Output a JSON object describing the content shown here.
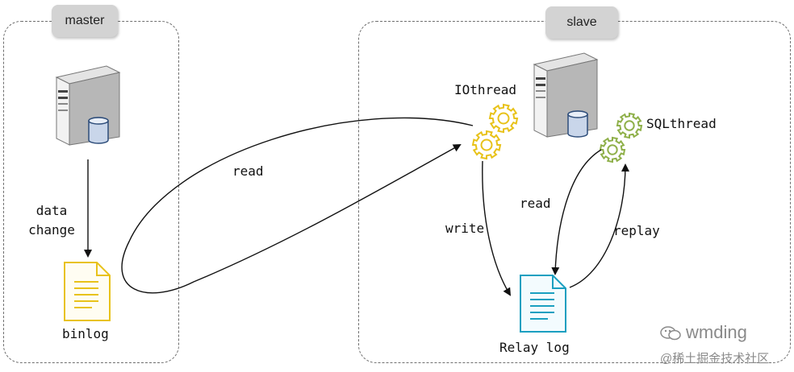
{
  "groups": {
    "master": {
      "label": "master"
    },
    "slave": {
      "label": "slave"
    }
  },
  "labels": {
    "data_change_line1": "data",
    "data_change_line2": "change",
    "binlog": "binlog",
    "read_io": "read",
    "io_thread": "IOthread",
    "sql_thread": "SQLthread",
    "write": "write",
    "read_sql": "read",
    "replay": "replay",
    "relay_log": "Relay log"
  },
  "watermark": {
    "name": "wmding",
    "community": "@稀土掘金技术社区"
  },
  "colors": {
    "binlog_icon": "#e8c21a",
    "relay_log_icon": "#1a9fc0",
    "io_gear": "#e8c21a",
    "sql_gear": "#8fb04a",
    "server": "#9a9a9a"
  },
  "icons": [
    "server-icon",
    "database-icon",
    "document-icon",
    "gear-icon",
    "wechat-icon"
  ]
}
